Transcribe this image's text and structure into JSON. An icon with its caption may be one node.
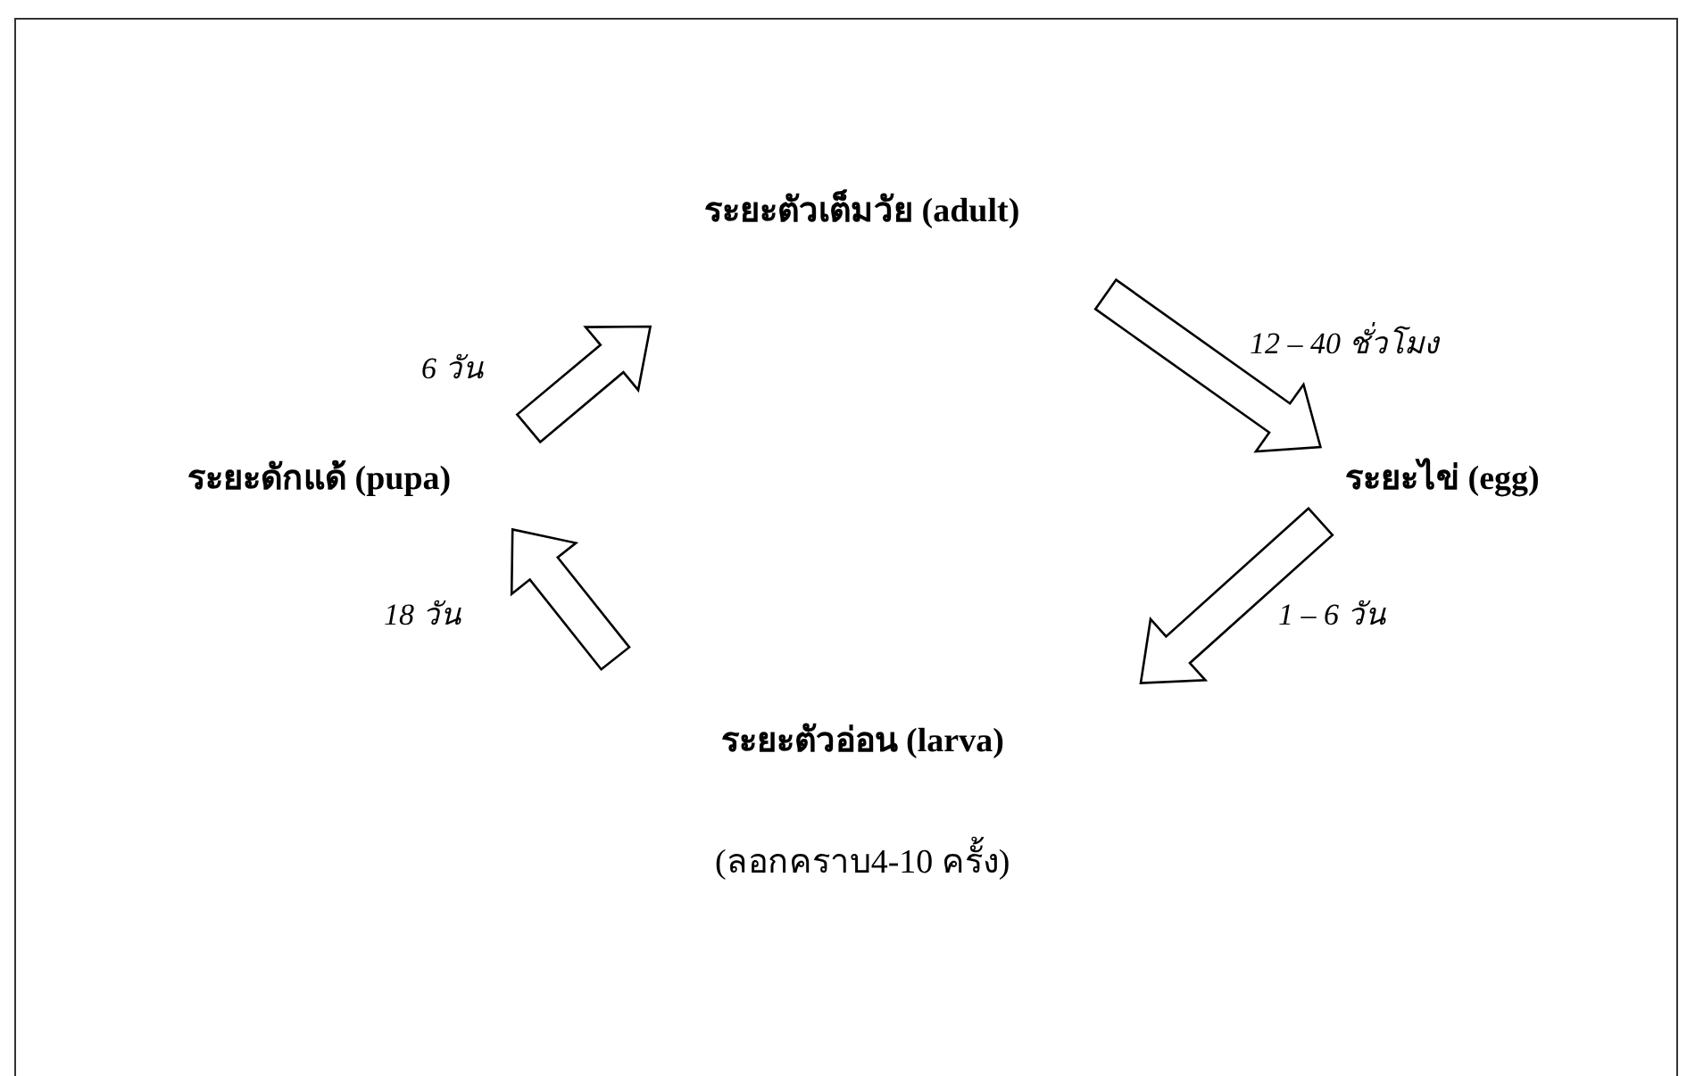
{
  "diagram": {
    "nodes": [
      {
        "text": [
          "ระยะตัวเต็มวัย (adult)"
        ]
      },
      {
        "text": [
          "ระยะไข่ (egg)"
        ]
      },
      {
        "text": [
          "ระยะตัวอ่อน (larva)",
          "(ลอกคราบ4-10 ครั้ง)"
        ]
      },
      {
        "text": [
          "ระยะดักแด้ (pupa)"
        ]
      }
    ],
    "edges": [
      {
        "from": 0,
        "to": 1,
        "arrow": "to",
        "label": "12 – 40 ชั่วโมง"
      },
      {
        "from": 1,
        "to": 2,
        "arrow": "to",
        "label": "1 – 6 วัน"
      },
      {
        "from": 2,
        "to": 3,
        "arrow": "to",
        "label": "18 วัน"
      },
      {
        "from": 3,
        "to": 0,
        "arrow": "to",
        "label": "6 วัน"
      }
    ]
  }
}
